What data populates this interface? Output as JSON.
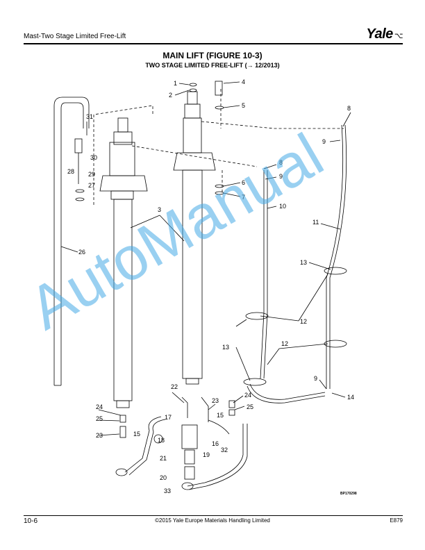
{
  "header": {
    "title": "Mast-Two Stage Limited Free-Lift",
    "logo_text": "Yale"
  },
  "figure": {
    "title": "MAIN LIFT (FIGURE 10-3)",
    "subtitle": "TWO STAGE LIMITED FREE-LIFT  (→ 12/2013)",
    "callouts": {
      "c1": "1",
      "c2": "2",
      "c3": "3",
      "c4": "4",
      "c5": "5",
      "c6": "6",
      "c7": "7",
      "c8a": "8",
      "c8b": "8",
      "c9a": "9",
      "c9b": "9",
      "c9c": "9",
      "c10": "10",
      "c11": "11",
      "c12a": "12",
      "c12b": "12",
      "c13a": "13",
      "c13b": "13",
      "c14": "14",
      "c15a": "15",
      "c15b": "15",
      "c16": "16",
      "c17": "17",
      "c18": "18",
      "c19": "19",
      "c20": "20",
      "c21": "21",
      "c22": "22",
      "c23a": "23",
      "c23b": "23",
      "c24a": "24",
      "c24b": "24",
      "c25a": "25",
      "c25b": "25",
      "c26": "26",
      "c27": "27",
      "c28": "28",
      "c29": "29",
      "c30": "30",
      "c31": "31",
      "c32": "32",
      "c33": "33"
    },
    "drawing_code": "BP170298"
  },
  "watermark": "AutoManual",
  "footer": {
    "page": "10-6",
    "copyright": "©2015 Yale Europe Materials Handling Limited",
    "doc_code": "E879"
  }
}
